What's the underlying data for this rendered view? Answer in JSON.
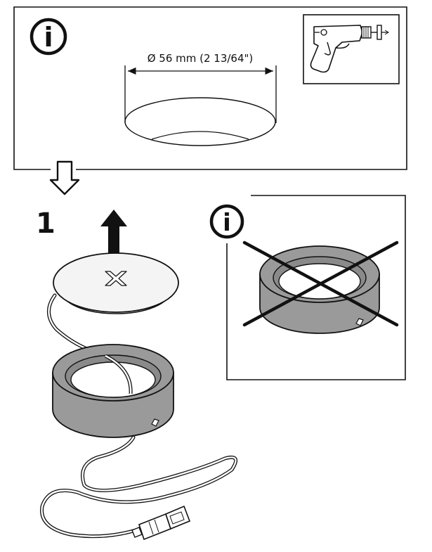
{
  "top_panel": {
    "info_symbol": "i",
    "hole_diameter": "Ø 56 mm (2 13/64\")",
    "tool_icon": "hole-saw-drill-icon"
  },
  "step": {
    "number": "1",
    "arrow_icon": "up-arrow-icon"
  },
  "warning_panel": {
    "info_symbol": "i",
    "icon": "crossed-out-ring-icon"
  },
  "colors": {
    "line": "#111111",
    "ring_fill": "#9a9a9a",
    "ring_dark": "#8a8a8a",
    "lid_fill": "#f4f4f4"
  }
}
